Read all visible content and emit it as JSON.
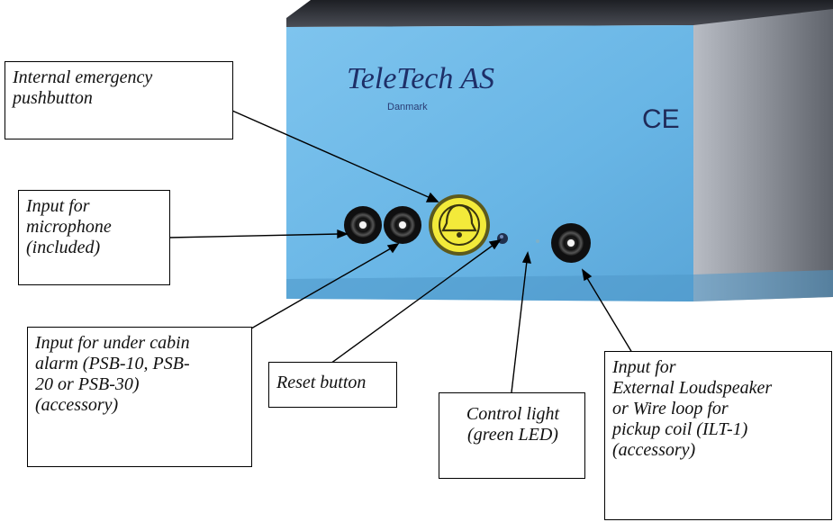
{
  "device": {
    "brand_prefix": "",
    "brand_name": "TeleTech AS",
    "brand_sub": "Danmark",
    "ce_mark": "CE",
    "colors": {
      "panel_blue": "#6db8e6",
      "top_dark": "#2e3036",
      "button_yellow": "#f3ea3a"
    }
  },
  "callouts": {
    "emergency": {
      "l1": "Internal emergency",
      "l2": "pushbutton"
    },
    "microphone": {
      "l1": "Input for",
      "l2": "microphone",
      "l3": "(included)"
    },
    "under_cabin": {
      "l1": "Input for under cabin",
      "l2": "alarm (PSB-10, PSB-",
      "l3": "20 or PSB-30)",
      "l4": "(accessory)"
    },
    "reset": {
      "l1": "Reset button"
    },
    "control_light": {
      "l1": "Control light",
      "l2": "(green LED)"
    },
    "loudspeaker": {
      "l1": "Input for",
      "l2": "External Loudspeaker",
      "l3": "or Wire loop for",
      "l4": "pickup coil (ILT-1)",
      "l5": "(accessory)"
    }
  }
}
